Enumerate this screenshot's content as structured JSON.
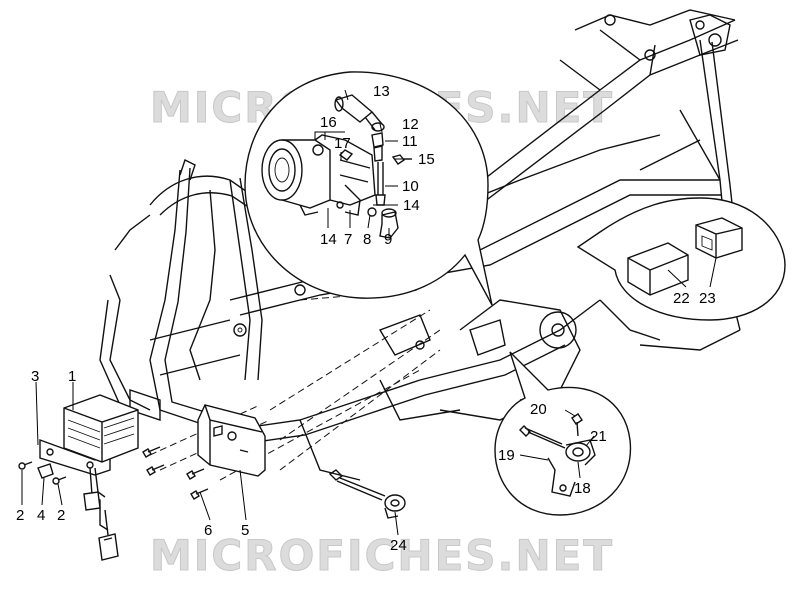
{
  "watermark": {
    "top": "MICROFICHES.NET",
    "bottom": "MICROFICHES.NET"
  },
  "parts": {
    "p1": "1",
    "p2a": "2",
    "p2b": "2",
    "p3": "3",
    "p4": "4",
    "p5": "5",
    "p6": "6",
    "p7": "7",
    "p8": "8",
    "p9": "9",
    "p10": "10",
    "p11": "11",
    "p12": "12",
    "p13": "13",
    "p14a": "14",
    "p14b": "14",
    "p15": "15",
    "p16": "16",
    "p17": "17",
    "p18": "18",
    "p19": "19",
    "p20": "20",
    "p21": "21",
    "p22": "22",
    "p23": "23",
    "p24": "24"
  }
}
